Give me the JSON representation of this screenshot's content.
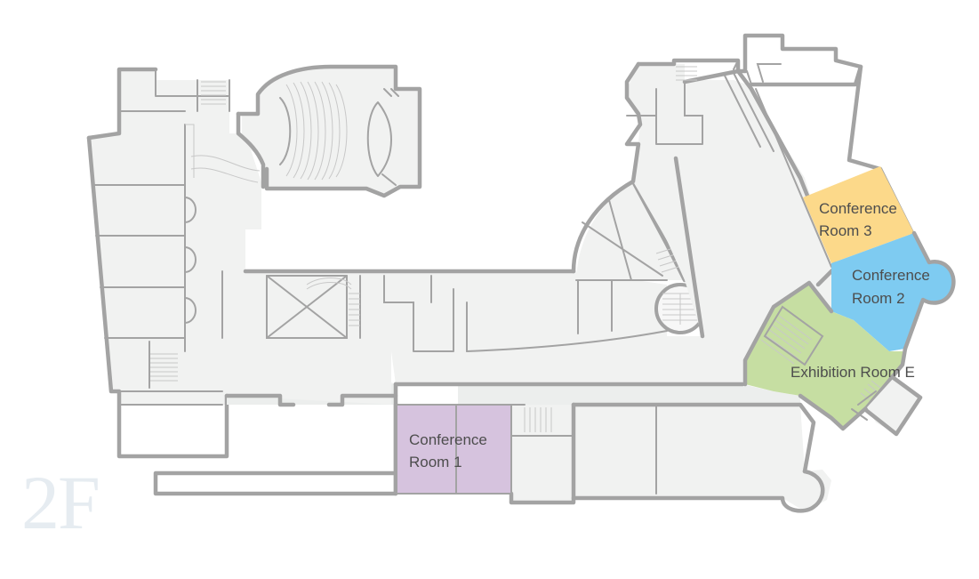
{
  "floor": {
    "label": "2F"
  },
  "rooms": [
    {
      "id": "conference-room-1",
      "lines": [
        "Conference",
        "Room 1"
      ],
      "color": "#d6c3de"
    },
    {
      "id": "conference-room-2",
      "lines": [
        "Conference",
        "Room 2"
      ],
      "color": "#7ecbf1"
    },
    {
      "id": "conference-room-3",
      "lines": [
        "Conference",
        "Room 3"
      ],
      "color": "#fcd98a"
    },
    {
      "id": "exhibition-room-e",
      "lines": [
        "Exhibition Room E"
      ],
      "color": "#c6dea2"
    }
  ],
  "colors": {
    "wall": "#a3a3a3",
    "floor": "#f1f2f1",
    "floor_label": "#e6ecf1"
  }
}
